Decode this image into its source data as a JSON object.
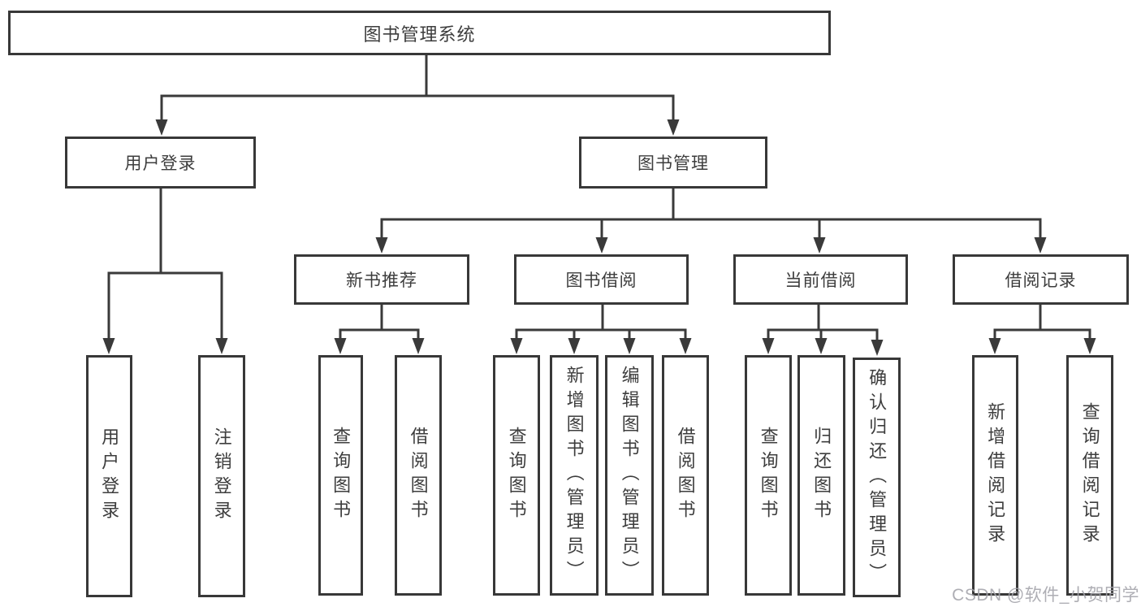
{
  "diagram": {
    "root": {
      "label": "图书管理系统"
    },
    "branches": [
      {
        "label": "用户登录",
        "children": [
          {
            "label": "用户登录"
          },
          {
            "label": "注销登录"
          }
        ]
      },
      {
        "label": "图书管理",
        "children": [
          {
            "label": "新书推荐",
            "children": [
              {
                "label": "查询图书"
              },
              {
                "label": "借阅图书"
              }
            ]
          },
          {
            "label": "图书借阅",
            "children": [
              {
                "label": "查询图书"
              },
              {
                "label": "新增图书（管理员）"
              },
              {
                "label": "编辑图书（管理员）"
              },
              {
                "label": "借阅图书"
              }
            ]
          },
          {
            "label": "当前借阅",
            "children": [
              {
                "label": "查询图书"
              },
              {
                "label": "归还图书"
              },
              {
                "label": "确认归还（管理员）"
              }
            ]
          },
          {
            "label": "借阅记录",
            "children": [
              {
                "label": "新增借阅记录"
              },
              {
                "label": "查询借阅记录"
              }
            ]
          }
        ]
      }
    ]
  },
  "watermark": {
    "text": "CSDN @软件_小贺同学"
  },
  "colors": {
    "line": "#3a3a3a",
    "box_border": "#383838",
    "text": "#3d3d3d",
    "watermark": "#a3a3aa",
    "background": "#ffffff"
  }
}
